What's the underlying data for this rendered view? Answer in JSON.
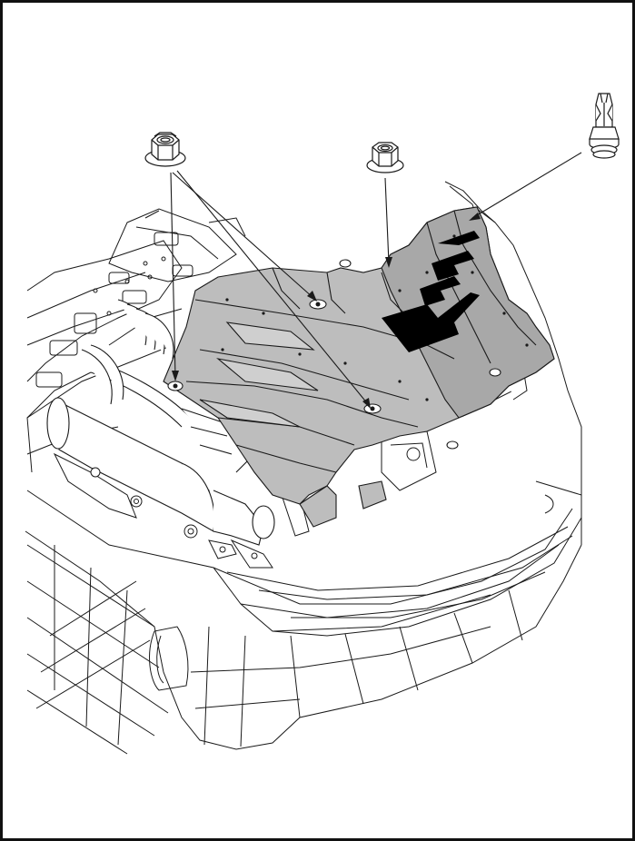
{
  "diagram": {
    "colors": {
      "line": "#1a1a1a",
      "panel_fill": "#bdbdbd",
      "panel_dark": "#9e9e9e",
      "arrow_fill": "#000000",
      "background": "#ffffff"
    },
    "callouts": [
      {
        "id": "flange-nut-left",
        "icon": "flange-nut-icon"
      },
      {
        "id": "flange-nut-center",
        "icon": "flange-nut-icon"
      },
      {
        "id": "push-pin-fastener",
        "icon": "push-pin-icon"
      }
    ],
    "direction_arrow": {
      "icon": "direction-arrow-icon",
      "shows": "front-of-vehicle"
    }
  }
}
